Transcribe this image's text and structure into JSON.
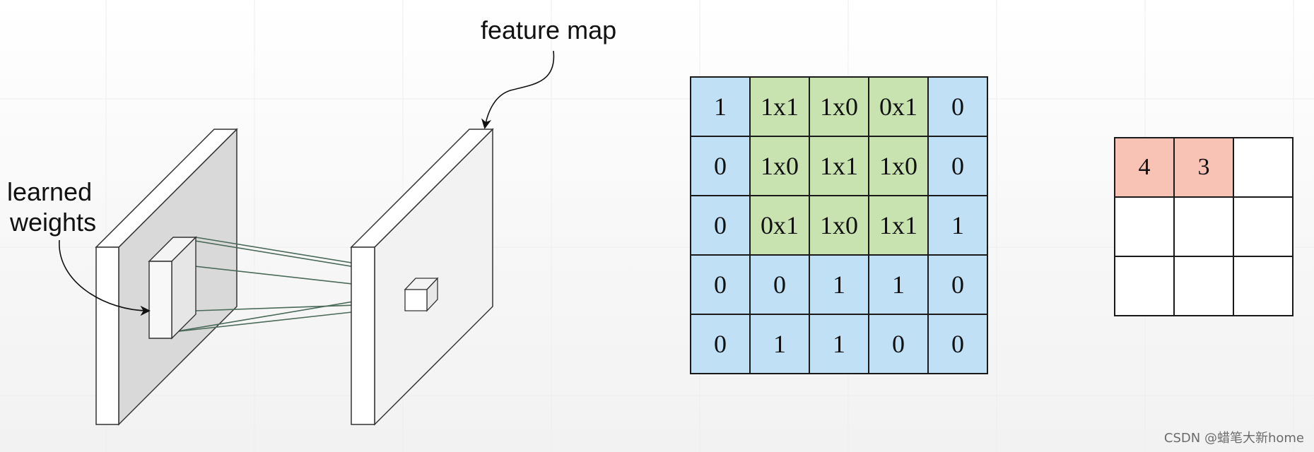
{
  "labels": {
    "feature_map": "feature map",
    "learned_weights_line1": "learned",
    "learned_weights_line2": "weights"
  },
  "input_matrix": {
    "rows": [
      [
        "1",
        "1x1",
        "1x0",
        "0x1",
        "0"
      ],
      [
        "0",
        "1x0",
        "1x1",
        "1x0",
        "0"
      ],
      [
        "0",
        "0x1",
        "1x0",
        "1x1",
        "1"
      ],
      [
        "0",
        "0",
        "1",
        "1",
        "0"
      ],
      [
        "0",
        "1",
        "1",
        "0",
        "0"
      ]
    ],
    "kernel_rows": [
      0,
      1,
      2
    ],
    "kernel_cols": [
      1,
      2,
      3
    ]
  },
  "output_matrix": {
    "rows": [
      [
        "4",
        "3",
        ""
      ],
      [
        "",
        "",
        ""
      ],
      [
        "",
        "",
        ""
      ]
    ],
    "filled_cells": [
      [
        0,
        0
      ],
      [
        0,
        1
      ]
    ]
  },
  "colors": {
    "input_cell": "#bfe0f5",
    "kernel_cell": "#c9e3b0",
    "output_filled": "#f8c2b4",
    "output_empty": "#ffffff",
    "plane_front": "#ffffff",
    "input_plane_face": "#d9d9d9",
    "feature_plane_face": "#f2f2f2",
    "projection_lines": "#4a6a5a"
  },
  "watermark": "CSDN @蜡笔大新home"
}
